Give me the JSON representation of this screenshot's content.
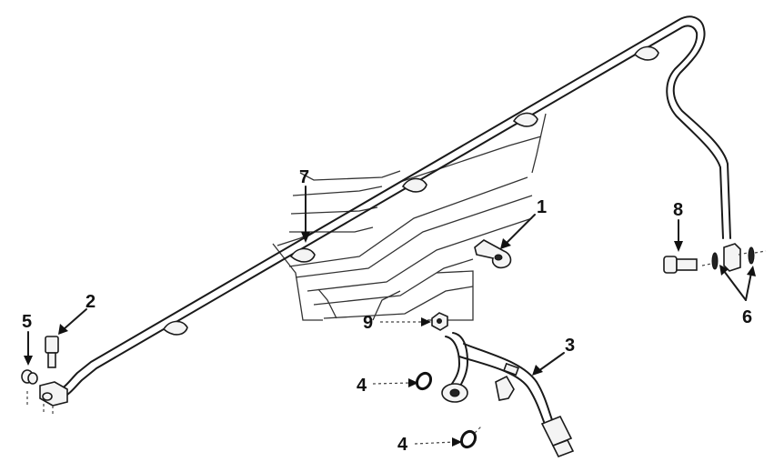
{
  "callouts": {
    "c1": "1",
    "c2": "2",
    "c3": "3",
    "c4a": "4",
    "c4b": "4",
    "c5": "5",
    "c6": "6",
    "c7": "7",
    "c8": "8",
    "c9": "9"
  }
}
